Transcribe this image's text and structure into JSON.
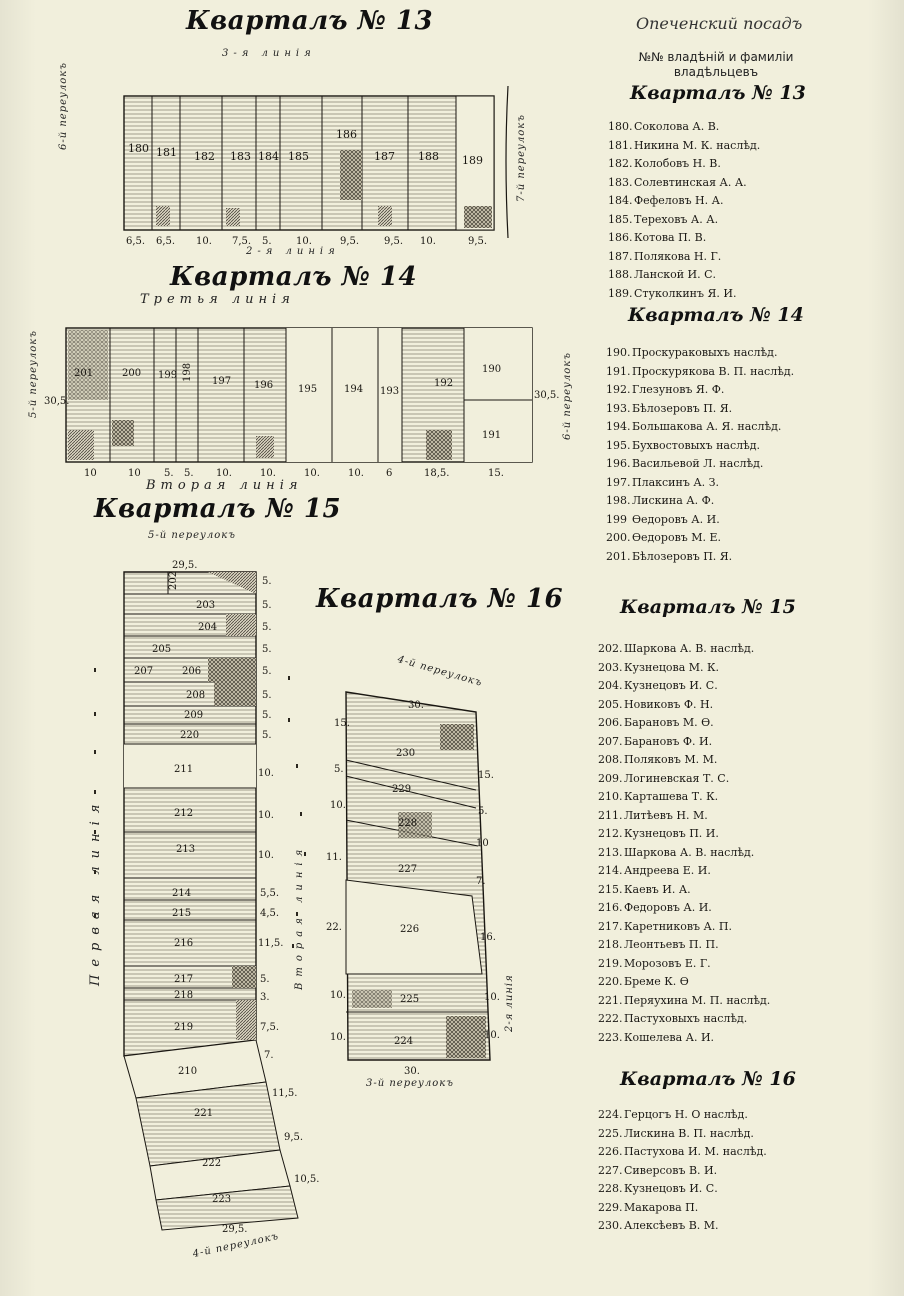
{
  "header": {
    "town": "Опеченский посадъ",
    "subtitle": "№№ владѣній и фамиліи владѣльцевъ"
  },
  "maps": {
    "k13": {
      "title": "Кварталъ № 13",
      "top_street": "3-я линія",
      "bottom_street": "2-я линія",
      "left_street": "6-й переулокъ",
      "right_street": "7-й переулокъ",
      "parcels": [
        "180",
        "181",
        "182",
        "183",
        "184",
        "185",
        "186",
        "187",
        "188",
        "189"
      ],
      "widths": [
        "6,5.",
        "6,5.",
        "10.",
        "7,5.",
        "5.",
        "10.",
        "9,5.",
        "9,5.",
        "10.",
        "9,5."
      ]
    },
    "k14": {
      "title": "Кварталъ № 14",
      "top_street": "Третья линія",
      "bottom_street": "Вторая линія",
      "left_street": "5-й переулокъ",
      "right_street": "6-й переулокъ",
      "parcels": [
        "201",
        "200",
        "199",
        "198",
        "197",
        "196",
        "195",
        "194",
        "193",
        "192",
        "190",
        "191"
      ],
      "widths": [
        "10",
        "10",
        "5.",
        "5.",
        "10.",
        "10.",
        "10.",
        "10.",
        "6",
        "18,5.",
        "15."
      ],
      "left_depth": "30,5.",
      "right_depth": "30,5."
    },
    "k15": {
      "title": "Кварталъ № 15",
      "top_street": "5-й переулокъ",
      "bottom_street": "4-й переулокъ",
      "left_street": "Первая линія",
      "right_street": "Вторая линія",
      "top_width": "29,5.",
      "bottom_width": "29,5.",
      "parcels": [
        "202",
        "203",
        "204",
        "205",
        "207",
        "206",
        "208",
        "209",
        "220",
        "211",
        "212",
        "213",
        "214",
        "215",
        "216",
        "217",
        "218",
        "219",
        "210",
        "221",
        "222",
        "223"
      ],
      "side_widths": [
        "5.",
        "5.",
        "5.",
        "5.",
        "5.",
        "5.",
        "5.",
        "5.",
        "10.",
        "10.",
        "10.",
        "5,5.",
        "4,5.",
        "11,5.",
        "5.",
        "3.",
        "7,5.",
        "7.",
        "11,5.",
        "9,5.",
        "10,5."
      ]
    },
    "k16": {
      "title": "Кварталъ № 16",
      "top_street": "4-й переулокъ",
      "bottom_street": "3-й переулокъ",
      "right_street": "2-я линія",
      "top_width": "30.",
      "bottom_width": "30.",
      "parcels": [
        "230",
        "229",
        "228",
        "227",
        "226",
        "225",
        "224"
      ],
      "left_widths": [
        "15.",
        "5.",
        "10.",
        "11.",
        "22.",
        "10.",
        "10."
      ],
      "right_widths": [
        "15.",
        "5.",
        "10",
        "7.",
        "16.",
        "10.",
        "10."
      ]
    }
  },
  "lists": {
    "k13": {
      "title": "Кварталъ № 13",
      "items": [
        {
          "num": "180.",
          "name": "Соколова А. В."
        },
        {
          "num": "181.",
          "name": "Никина М. К. наслѣд."
        },
        {
          "num": "182.",
          "name": "Колобовъ Н. В."
        },
        {
          "num": "183.",
          "name": "Солевтинская А. А."
        },
        {
          "num": "184.",
          "name": "Фефеловъ Н. А."
        },
        {
          "num": "185.",
          "name": "Тереховъ А. А."
        },
        {
          "num": "186.",
          "name": "Котова П. В."
        },
        {
          "num": "187.",
          "name": "Полякова Н. Г."
        },
        {
          "num": "188.",
          "name": "Ланской И. С."
        },
        {
          "num": "189.",
          "name": "Стуколкинъ Я. И."
        }
      ]
    },
    "k14": {
      "title": "Кварталъ № 14",
      "items": [
        {
          "num": "190.",
          "name": "Проскураковыхъ наслѣд."
        },
        {
          "num": "191.",
          "name": "Проскурякова В. П. наслѣд."
        },
        {
          "num": "192.",
          "name": "Глезуновъ Я. Ф."
        },
        {
          "num": "193.",
          "name": "Бѣлозеровъ П. Я."
        },
        {
          "num": "194.",
          "name": "Большакова А. Я. наслѣд."
        },
        {
          "num": "195.",
          "name": "Бухвостовыхъ наслѣд."
        },
        {
          "num": "196.",
          "name": "Васильевой Л. наслѣд."
        },
        {
          "num": "197.",
          "name": "Плаксинъ А. З."
        },
        {
          "num": "198.",
          "name": "Лискина А. Ф."
        },
        {
          "num": "199",
          "name": "Ѳедоровъ А. И."
        },
        {
          "num": "200.",
          "name": "Ѳедоровъ М. Е."
        },
        {
          "num": "201.",
          "name": "Бѣлозеровъ П. Я."
        }
      ]
    },
    "k15": {
      "title": "Кварталъ № 15",
      "items": [
        {
          "num": "202.",
          "name": "Шаркова А. В. наслѣд."
        },
        {
          "num": "203.",
          "name": "Кузнецова М. К."
        },
        {
          "num": "204.",
          "name": "Кузнецовъ И. С."
        },
        {
          "num": "205.",
          "name": "Новиковъ Ф. Н."
        },
        {
          "num": "206.",
          "name": "Барановъ М. Ѳ."
        },
        {
          "num": "207.",
          "name": "Барановъ Ф. И."
        },
        {
          "num": "208.",
          "name": "Поляковъ М. М."
        },
        {
          "num": "209.",
          "name": "Логиневская Т. С."
        },
        {
          "num": "210.",
          "name": "Карташева Т. К."
        },
        {
          "num": "211.",
          "name": "Литѣевъ Н. М."
        },
        {
          "num": "212.",
          "name": "Кузнецовъ П. И."
        },
        {
          "num": "213.",
          "name": "Шаркова А. В. наслѣд."
        },
        {
          "num": "214.",
          "name": "Андреева Е. И."
        },
        {
          "num": "215.",
          "name": "Каевъ И. А."
        },
        {
          "num": "216.",
          "name": "Федоровъ А. И."
        },
        {
          "num": "217.",
          "name": "Каретниковъ А. П."
        },
        {
          "num": "218.",
          "name": "Леонтьевъ П. П."
        },
        {
          "num": "219.",
          "name": "Морозовъ Е. Г."
        },
        {
          "num": "220.",
          "name": "Бреме К. Ѳ"
        },
        {
          "num": "221.",
          "name": "Перяухина М. П. наслѣд."
        },
        {
          "num": "222.",
          "name": "Пастуховыхъ наслѣд."
        },
        {
          "num": "223.",
          "name": "Кошелева А. И."
        }
      ]
    },
    "k16": {
      "title": "Кварталъ № 16",
      "items": [
        {
          "num": "224.",
          "name": "Герцогъ Н. О наслѣд."
        },
        {
          "num": "225.",
          "name": "Лискина В. П. наслѣд."
        },
        {
          "num": "226.",
          "name": "Пастухова И. М. наслѣд."
        },
        {
          "num": "227.",
          "name": "Сиверсовъ В. И."
        },
        {
          "num": "228.",
          "name": "Кузнецовъ И. С."
        },
        {
          "num": "229.",
          "name": "Макарова П."
        },
        {
          "num": "230.",
          "name": "Алексѣевъ В. М."
        }
      ]
    }
  }
}
